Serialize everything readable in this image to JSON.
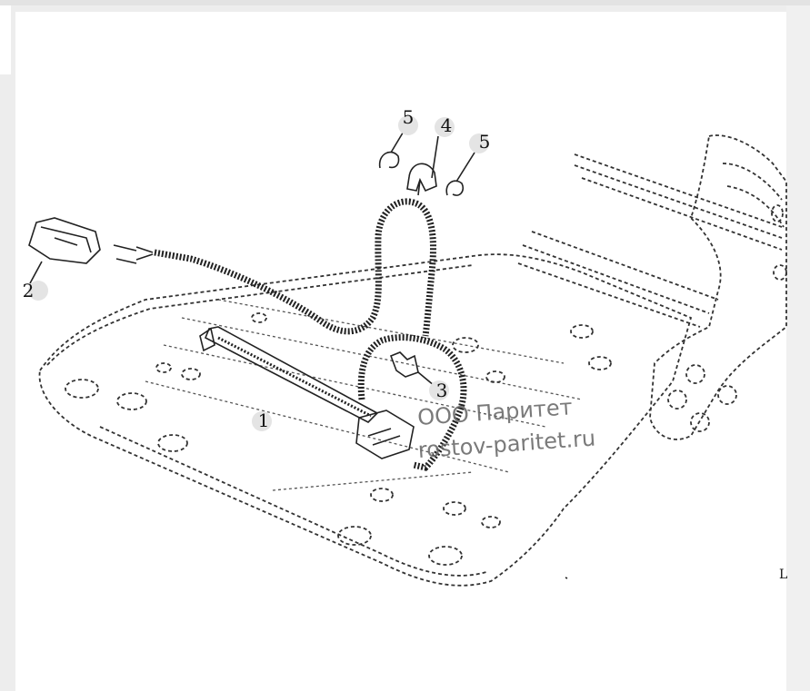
{
  "diagram": {
    "callouts": [
      {
        "label": "5"
      },
      {
        "label": "4"
      },
      {
        "label": "5"
      },
      {
        "label": "2"
      },
      {
        "label": "3"
      },
      {
        "label": "1"
      }
    ],
    "watermark": {
      "line1": "ООО Паритет",
      "line2": "rostov-paritet.ru"
    },
    "corner_mark": "L"
  }
}
